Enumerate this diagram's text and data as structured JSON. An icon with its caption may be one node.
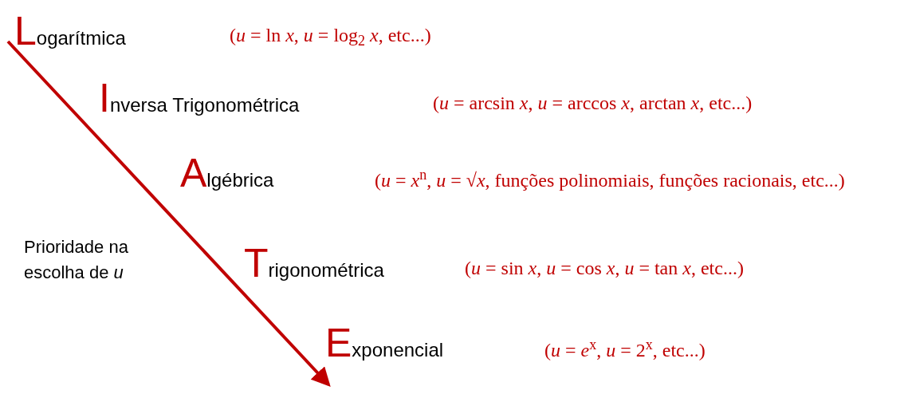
{
  "diagram": {
    "labels": [
      "Logarítmica",
      "(*u* = ln *x*, *u* = log$_{2}$ *x*, etc...)",
      "Inversa Trigonométrica",
      "(*u* = arcsin *x*, *u* = arccos *x*, arctan *x*,  etc...)",
      "Algébrica",
      "(*u* = *x*$^{n}$, *u* = √*x*, funções polinomiais, funções racionais, etc...)",
      "Prioridade na escolha de *u*",
      "Trigonométrica",
      "(*u* = sin *x*, *u* = cos *x*, *u* = tan *x*,  etc...)",
      "Exponencial",
      "(*u* = *e*$^{x}$, *u* = 2$^{x}$, etc...)"
    ]
  }
}
